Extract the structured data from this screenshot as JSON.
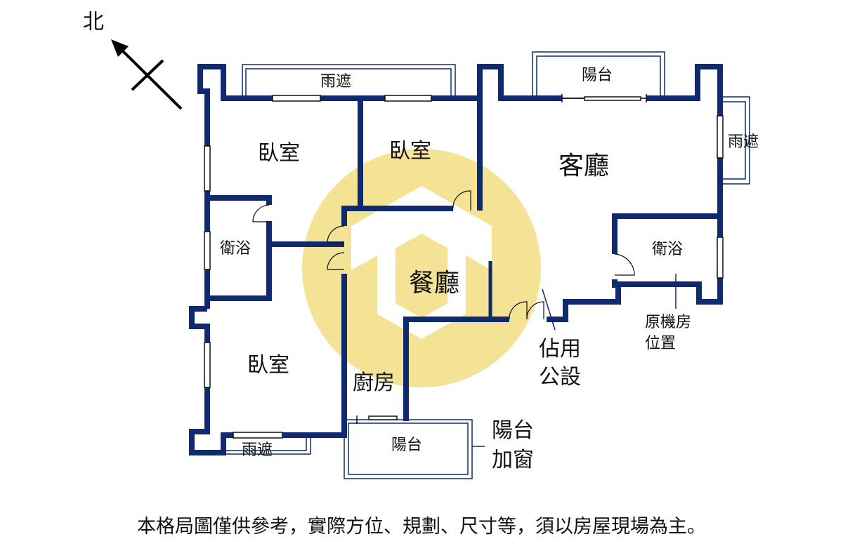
{
  "compass": {
    "north_label": "北"
  },
  "rooms": {
    "bedroom_1": "臥室",
    "bedroom_2": "臥室",
    "bedroom_3": "臥室",
    "living_room": "客廳",
    "dining_room": "餐廳",
    "kitchen": "廚房",
    "bathroom_1": "衛浴",
    "bathroom_2": "衛浴",
    "balcony_top": "陽台",
    "balcony_bottom": "陽台",
    "canopy_top": "雨遮",
    "canopy_right": "雨遮",
    "canopy_bottom": "雨遮"
  },
  "annotations": {
    "public_use_line1": "佔用",
    "public_use_line2": "公設",
    "machine_room_line1": "原機房",
    "machine_room_line2": "位置",
    "balcony_window_line1": "陽台",
    "balcony_window_line2": "加窗"
  },
  "disclaimer": "本格局圖僅供參考，實際方位、規劃、尺寸等，須以房屋現場為主。",
  "colors": {
    "wall": "#0f2a6e",
    "watermark": "#f1dc7a"
  }
}
